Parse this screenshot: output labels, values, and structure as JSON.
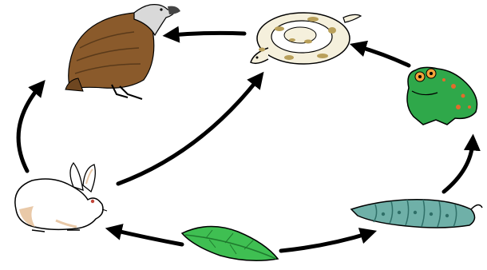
{
  "diagram": {
    "type": "food-web",
    "organisms": [
      {
        "id": "vulture",
        "icon": "vulture-icon",
        "colors": {
          "body": "#8a5a2b",
          "head": "#d9d9d9",
          "beak": "#444444"
        }
      },
      {
        "id": "snake",
        "icon": "snake-icon",
        "colors": {
          "body": "#f5f0dc",
          "spots": "#b9a05a"
        }
      },
      {
        "id": "frog",
        "icon": "frog-icon",
        "colors": {
          "body": "#2fa84a",
          "spots": "#e36b2c",
          "eye": "#f2a33a"
        }
      },
      {
        "id": "caterpillar",
        "icon": "caterpillar-icon",
        "colors": {
          "body": "#6fb0a8",
          "dark": "#2f6f68"
        }
      },
      {
        "id": "leaf",
        "icon": "leaf-icon",
        "colors": {
          "body": "#3fbf52",
          "vein": "#1f7a2e"
        }
      },
      {
        "id": "rabbit",
        "icon": "rabbit-icon",
        "colors": {
          "body": "#ffffff",
          "shade": "#e9c9a8",
          "eye": "#c2463a"
        }
      }
    ],
    "arrows": [
      {
        "from": "leaf",
        "to": "rabbit"
      },
      {
        "from": "leaf",
        "to": "caterpillar"
      },
      {
        "from": "caterpillar",
        "to": "frog"
      },
      {
        "from": "frog",
        "to": "snake"
      },
      {
        "from": "snake",
        "to": "vulture"
      },
      {
        "from": "rabbit",
        "to": "vulture"
      },
      {
        "from": "rabbit",
        "to": "snake"
      }
    ],
    "arrow_color": "#000000"
  }
}
